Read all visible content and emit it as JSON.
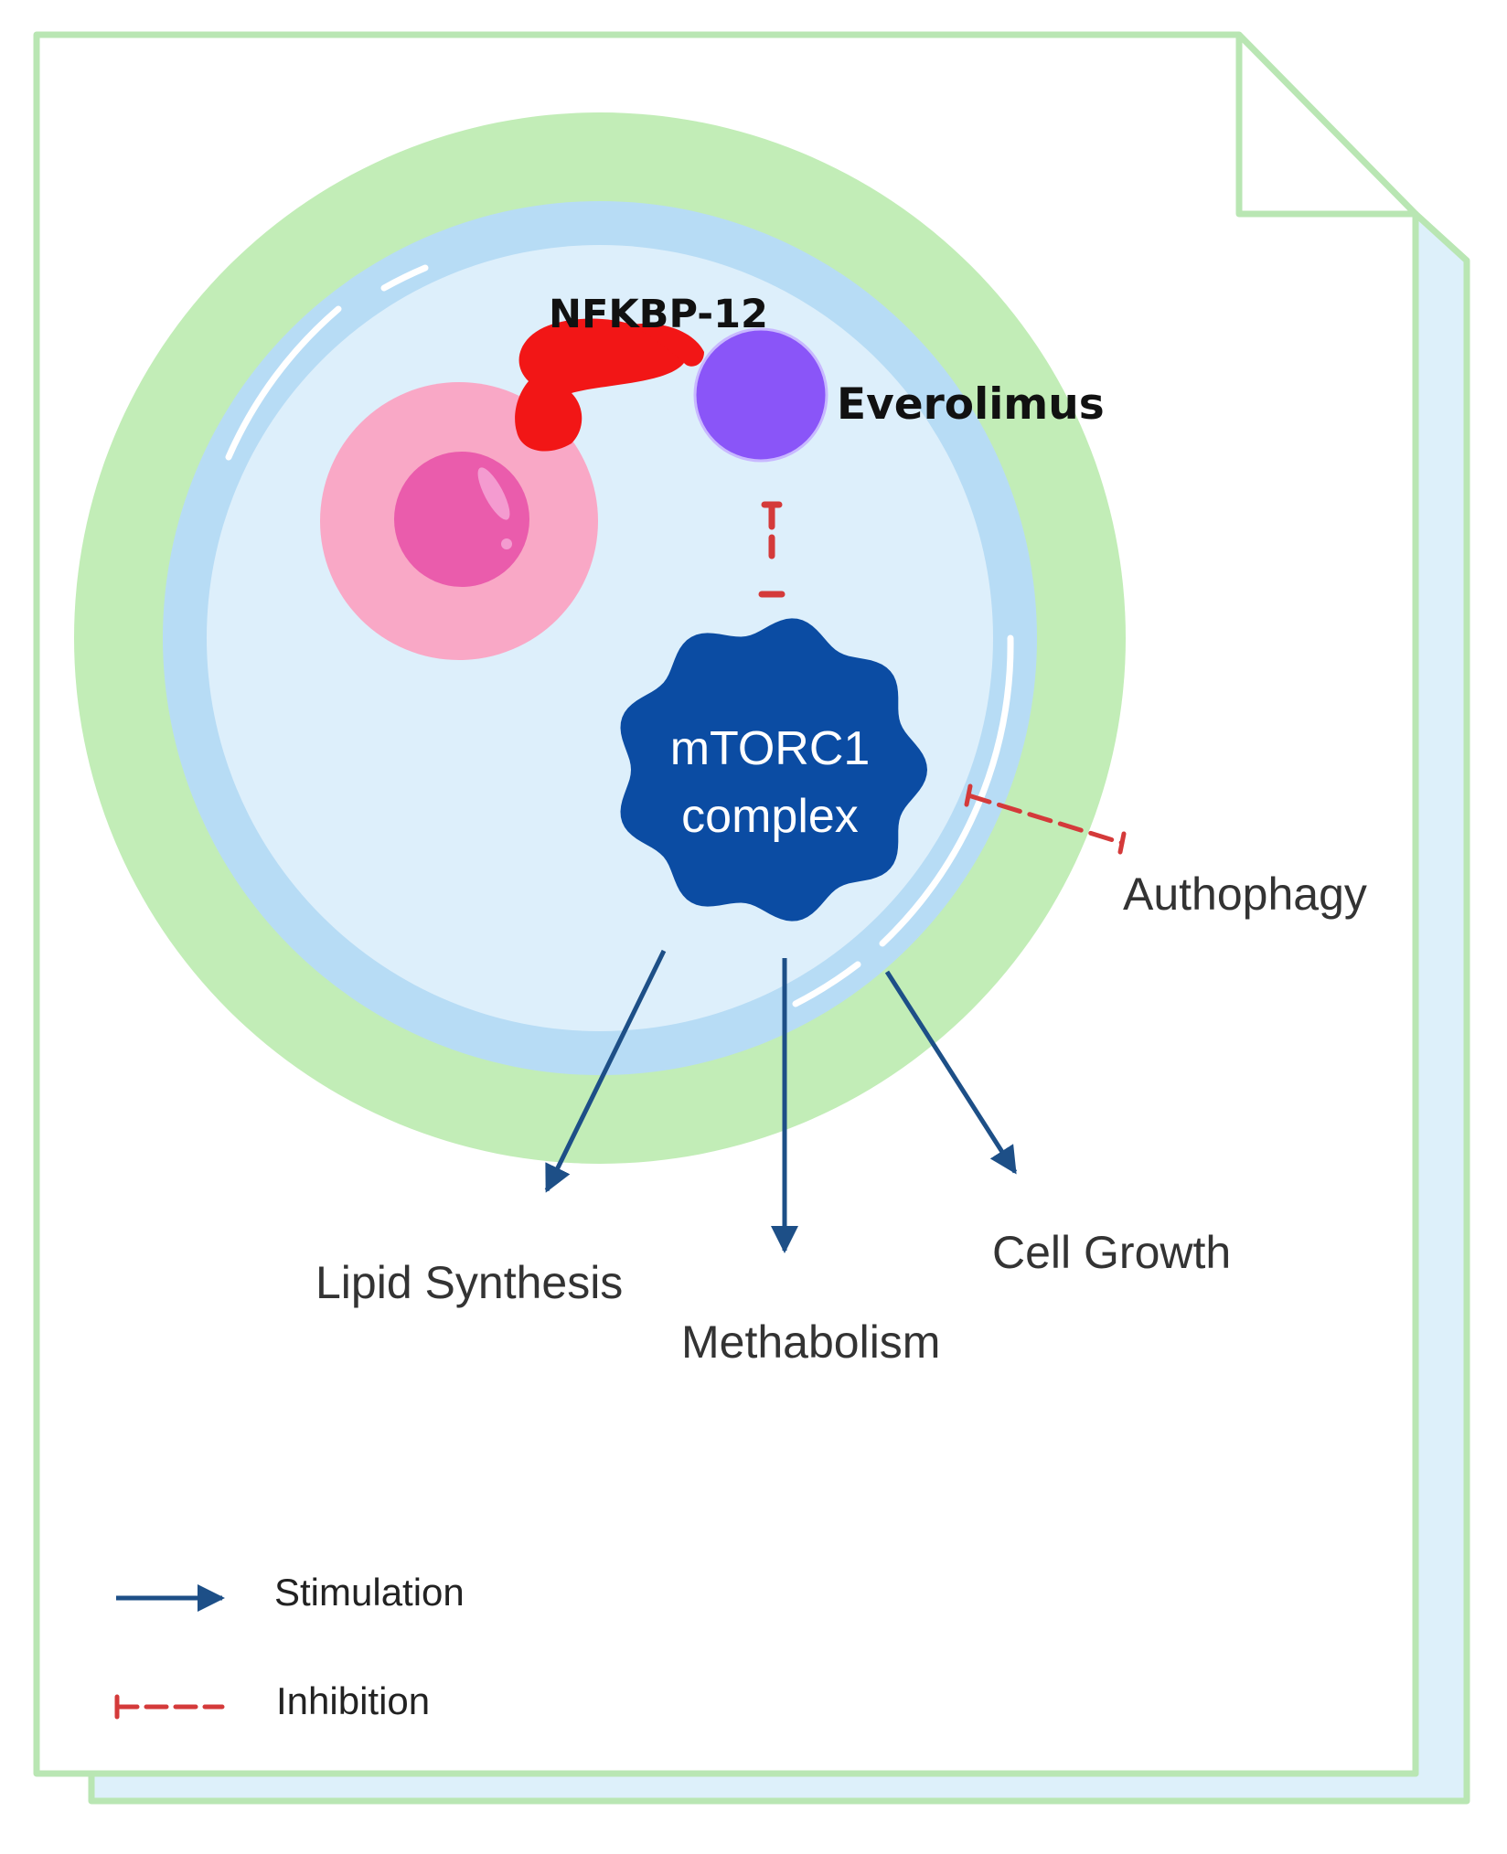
{
  "diagram": {
    "colors": {
      "page_border": "#b9e6b3",
      "back_page_fill": "#ddf0fa",
      "cell_wall": "#c2edb7",
      "membrane": "#b7dcf5",
      "cytoplasm": "#ddeffb",
      "nucleus_outer": "#f9a8c6",
      "nucleus_inner": "#ea5cac",
      "fkbp": "#f21616",
      "everolimus": "#8a55f8",
      "mtorc1": "#0b4ca3",
      "stimulation": "#1d4f87",
      "inhibition": "#d43a3a",
      "label_text": "#333333"
    },
    "labels": {
      "fkbp": "NFKBP-12",
      "drug": "Everolimus",
      "complex_line1": "mTORC1",
      "complex_line2": "complex",
      "autophagy": "Authophagy",
      "lipid": "Lipid Synthesis",
      "metabolism": "Methabolism",
      "growth": "Cell Growth"
    },
    "legend": {
      "stimulation": "Stimulation",
      "inhibition": "Inhibition"
    }
  }
}
